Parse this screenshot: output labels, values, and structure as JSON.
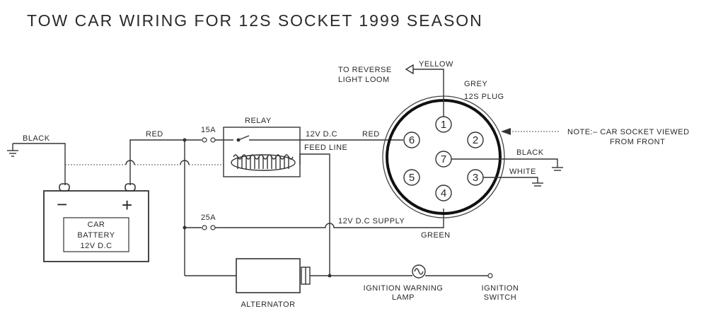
{
  "title": "TOW CAR WIRING FOR 12S SOCKET 1999 SEASON",
  "labels": {
    "black_left": "BLACK",
    "red_left": "RED",
    "fuse_15a": "15A",
    "relay": "RELAY",
    "v12_dc": "12V D.C",
    "red_right": "RED",
    "feed_line": "FEED LINE",
    "fuse_25a": "25A",
    "supply": "12V D.C SUPPLY",
    "green": "GREEN",
    "battery_line1": "CAR",
    "battery_line2": "BATTERY",
    "battery_line3": "12V D.C",
    "battery_neg": "−",
    "battery_pos": "+",
    "alternator": "ALTERNATOR",
    "ign_lamp_line1": "IGNITION WARNING",
    "ign_lamp_line2": "LAMP",
    "ign_switch_line1": "IGNITION",
    "ign_switch_line2": "SWITCH",
    "reverse_line1": "TO REVERSE",
    "reverse_line2": "LIGHT LOOM",
    "yellow": "YELLOW",
    "plug_line1": "GREY",
    "plug_line2": "12S PLUG",
    "black_right": "BLACK",
    "white": "WHITE",
    "note_line1": "NOTE:– CAR SOCKET VIEWED",
    "note_line2": "FROM FRONT"
  },
  "pins": [
    "1",
    "2",
    "3",
    "4",
    "5",
    "6",
    "7"
  ]
}
